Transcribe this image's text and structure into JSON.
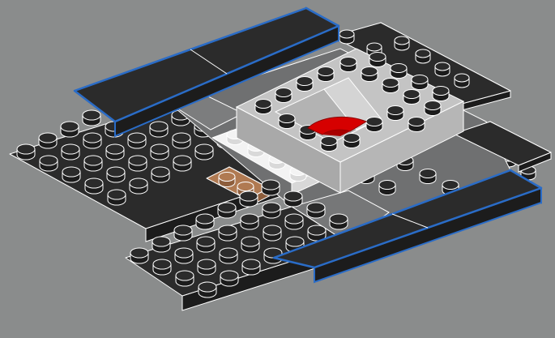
{
  "scene": {
    "caption": "",
    "background_color": "#8a8c8c",
    "colors": {
      "dark_plate": "#2b2b2b",
      "dark_plate_side": "#1c1c1c",
      "dark_gray_tile": "#6f7071",
      "light_gray_brick": "#c4c4c4",
      "light_gray_side": "#a9a9a9",
      "white_plate": "#f3f3f3",
      "tan_plate": "#b07a52",
      "red_quarter_tile": "#d60000",
      "blue_outline": "#2a6cc7",
      "edge_line": "#ffffff"
    },
    "parts": [
      {
        "name": "left-wing-plate",
        "color": "dark_plate"
      },
      {
        "name": "bottom-wing-plate",
        "color": "dark_plate"
      },
      {
        "name": "upper-blue-edged-tile",
        "color": "dark_plate",
        "outline": "blue_outline"
      },
      {
        "name": "lower-blue-edged-tile",
        "color": "dark_plate",
        "outline": "blue_outline"
      },
      {
        "name": "center-gray-tiles",
        "color": "dark_gray_tile"
      },
      {
        "name": "light-gray-cockpit-brick",
        "color": "light_gray_brick"
      },
      {
        "name": "white-plate",
        "color": "white_plate"
      },
      {
        "name": "tan-plate",
        "color": "tan_plate"
      },
      {
        "name": "red-quarter-round-tile",
        "color": "red_quarter_tile"
      },
      {
        "name": "right-rear-studs",
        "color": "dark_plate"
      }
    ]
  }
}
